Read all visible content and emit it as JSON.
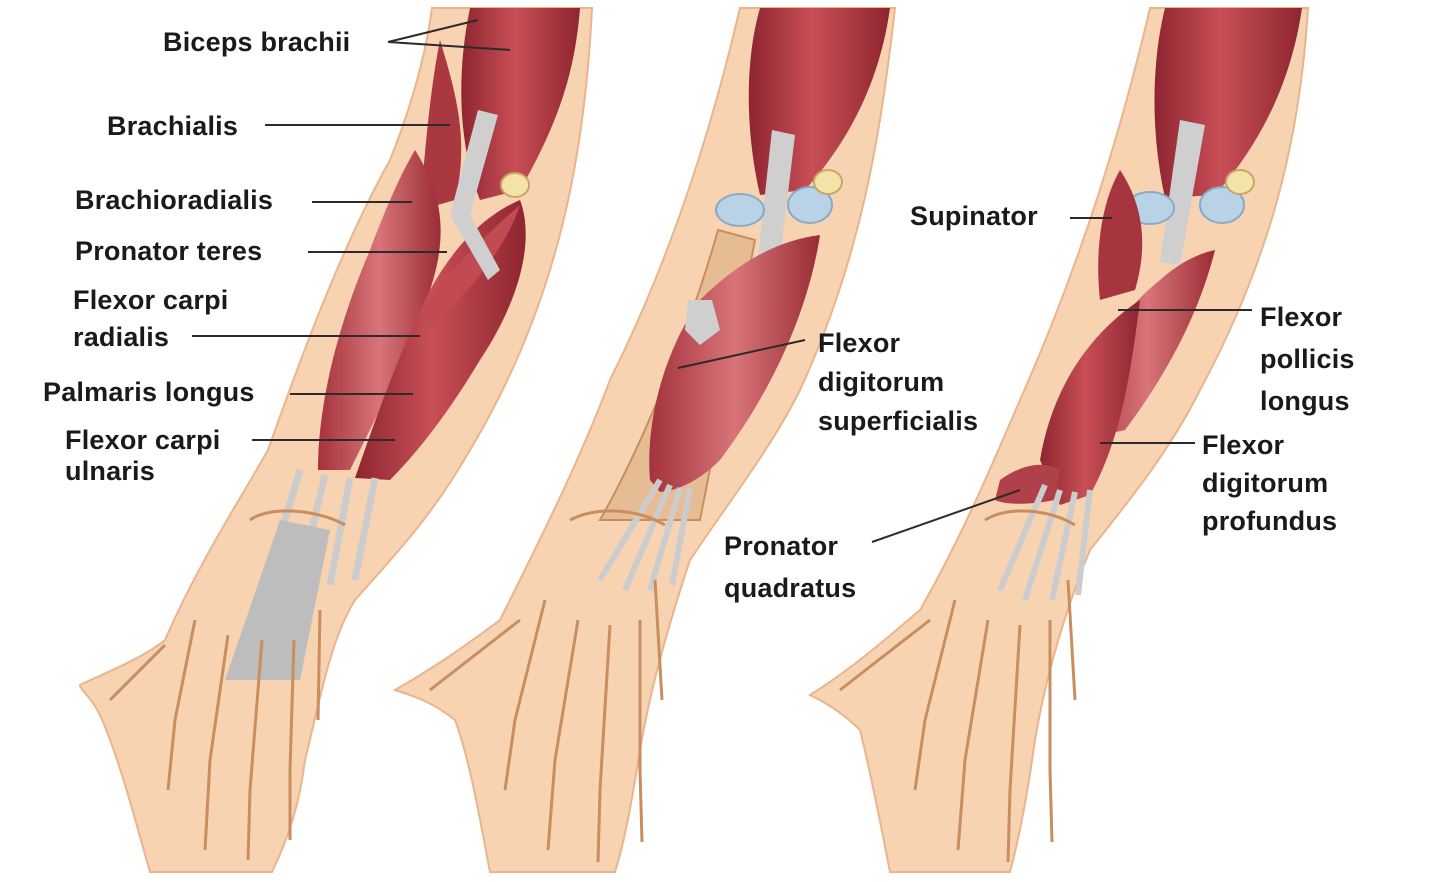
{
  "colors": {
    "background": "#ffffff",
    "skin": "#f8d3b2",
    "skin_edge": "#eab48c",
    "muscle": "#b63c44",
    "muscle_light": "#d0646a",
    "muscle_dark": "#7a1a24",
    "tendon": "#c9c9c9",
    "bone": "#f5d7b5",
    "bone_outline": "#c98e5e",
    "cartilage": "#b9d2e6",
    "leader_line": "#2b2b2b"
  },
  "labels": {
    "biceps_brachii": "Biceps brachii",
    "brachialis": "Brachialis",
    "brachioradialis": "Brachioradialis",
    "pronator_teres": "Pronator teres",
    "flexor_carpi_radialis": "Flexor carpi\nradialis",
    "palmaris_longus": "Palmaris longus",
    "flexor_carpi_ulnaris": "Flexor carpi\nulnaris",
    "flexor_digitorum_superficialis": "Flexor\ndigitorum\nsuperficialis",
    "supinator": "Supinator",
    "flexor_pollicis_longus": "Flexor\npollicis\nlongus",
    "flexor_digitorum_profundus": "Flexor\ndigitorum\nprofundus",
    "pronator_quadratus": "Pronator\nquadratus"
  }
}
